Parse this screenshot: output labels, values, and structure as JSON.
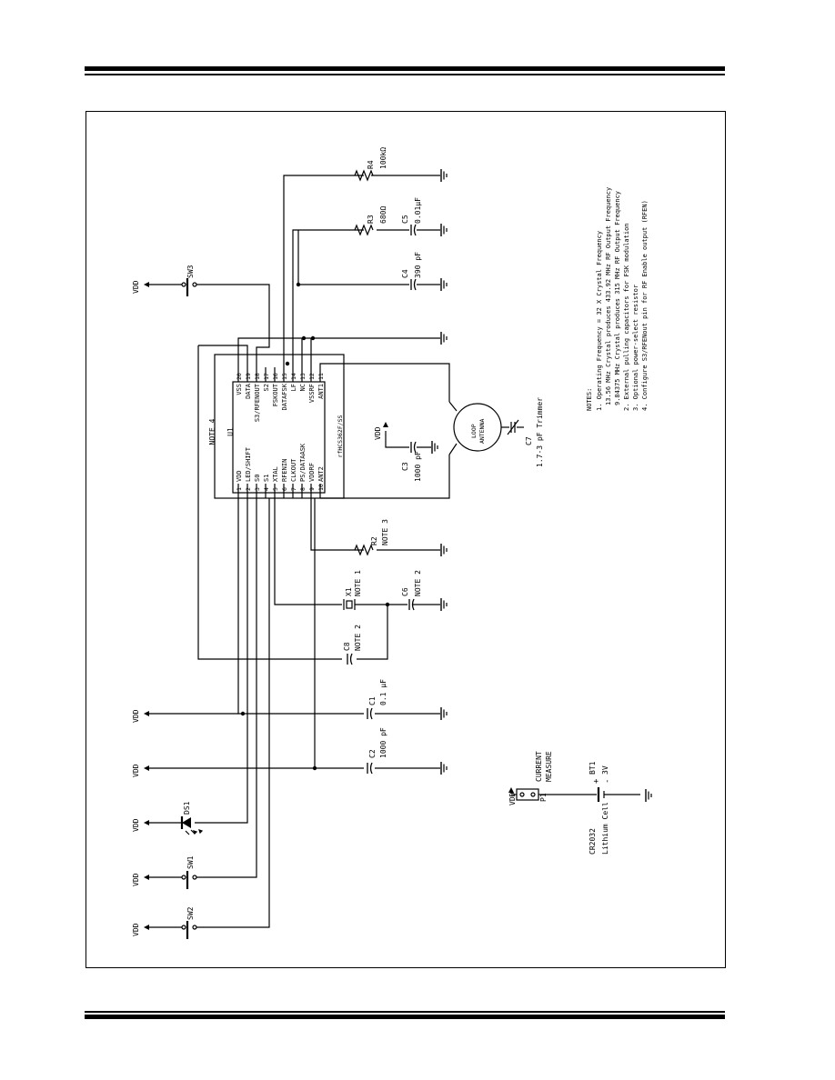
{
  "ic": {
    "designator": "U1",
    "note": "NOTE 4",
    "part": "rfHCS362F/SS",
    "left_pins": [
      {
        "num": "1",
        "name": "VDD"
      },
      {
        "num": "2",
        "name": "LED/SHIFT"
      },
      {
        "num": "3",
        "name": "S0"
      },
      {
        "num": "4",
        "name": "S1"
      },
      {
        "num": "5",
        "name": "XTAL"
      },
      {
        "num": "6",
        "name": "RFENIN"
      },
      {
        "num": "7",
        "name": "CLKOUT"
      },
      {
        "num": "8",
        "name": "PS/DATAASK"
      },
      {
        "num": "9",
        "name": "VDDRF"
      },
      {
        "num": "10",
        "name": "ANT2"
      }
    ],
    "right_pins": [
      {
        "num": "20",
        "name": "VSS"
      },
      {
        "num": "19",
        "name": "DATA"
      },
      {
        "num": "18",
        "name": "S3/RFENOUT"
      },
      {
        "num": "17",
        "name": "S2"
      },
      {
        "num": "16",
        "name": "FSKOUT"
      },
      {
        "num": "15",
        "name": "DATAFSK"
      },
      {
        "num": "14",
        "name": "LF"
      },
      {
        "num": "13",
        "name": "NC"
      },
      {
        "num": "12",
        "name": "VSSRF"
      },
      {
        "num": "11",
        "name": "ANT1"
      }
    ]
  },
  "components": {
    "r4": {
      "ref": "R4",
      "value": "100kΩ"
    },
    "r3": {
      "ref": "R3",
      "value": "680Ω"
    },
    "c5": {
      "ref": "C5",
      "value": "0.01μF"
    },
    "c4": {
      "ref": "C4",
      "value": "390 pF"
    },
    "sw3": {
      "ref": "SW3"
    },
    "c3": {
      "ref": "C3",
      "value": "1000 pF"
    },
    "c7": {
      "ref": "C7",
      "value": "1.7-3 pF Trimmer"
    },
    "antenna": {
      "line1": "LOOP",
      "line2": "ANTENNA"
    },
    "r2": {
      "ref": "R2",
      "value": "NOTE 3"
    },
    "x1": {
      "ref": "X1",
      "value": "NOTE 1"
    },
    "c6": {
      "ref": "C6",
      "value": "NOTE 2"
    },
    "c8": {
      "ref": "C8",
      "value": "NOTE 2"
    },
    "c1": {
      "ref": "C1",
      "value": "0.1 μF"
    },
    "c2": {
      "ref": "C2",
      "value": "1000 pF"
    },
    "ds1": {
      "ref": "DS1"
    },
    "sw1": {
      "ref": "SW1"
    },
    "sw2": {
      "ref": "SW2"
    },
    "p1": {
      "ref": "P1",
      "label1": "CURRENT",
      "label2": "MEASURE"
    },
    "bt1": {
      "ref": "BT1",
      "value": "3V",
      "plus": "+",
      "minus": "-"
    },
    "battery": {
      "line1": "CR2032",
      "line2": "Lithium Cell"
    }
  },
  "vdd_label": "VDD",
  "notes": [
    "NOTES:",
    "1. Operating Frequency = 32 X Crystal Frequency",
    "13.56 MHz Crystal produces 433.92 MHz RF Output Frequency",
    "9.84375 MHz Crystal produces 315 MHz RF Output Frequency",
    "2. External pulling capacitors for FSK modulation",
    "3. Optional power-select resistor",
    "4. Configure S3/RFENout pin for RF Enable output (RFEN)"
  ]
}
